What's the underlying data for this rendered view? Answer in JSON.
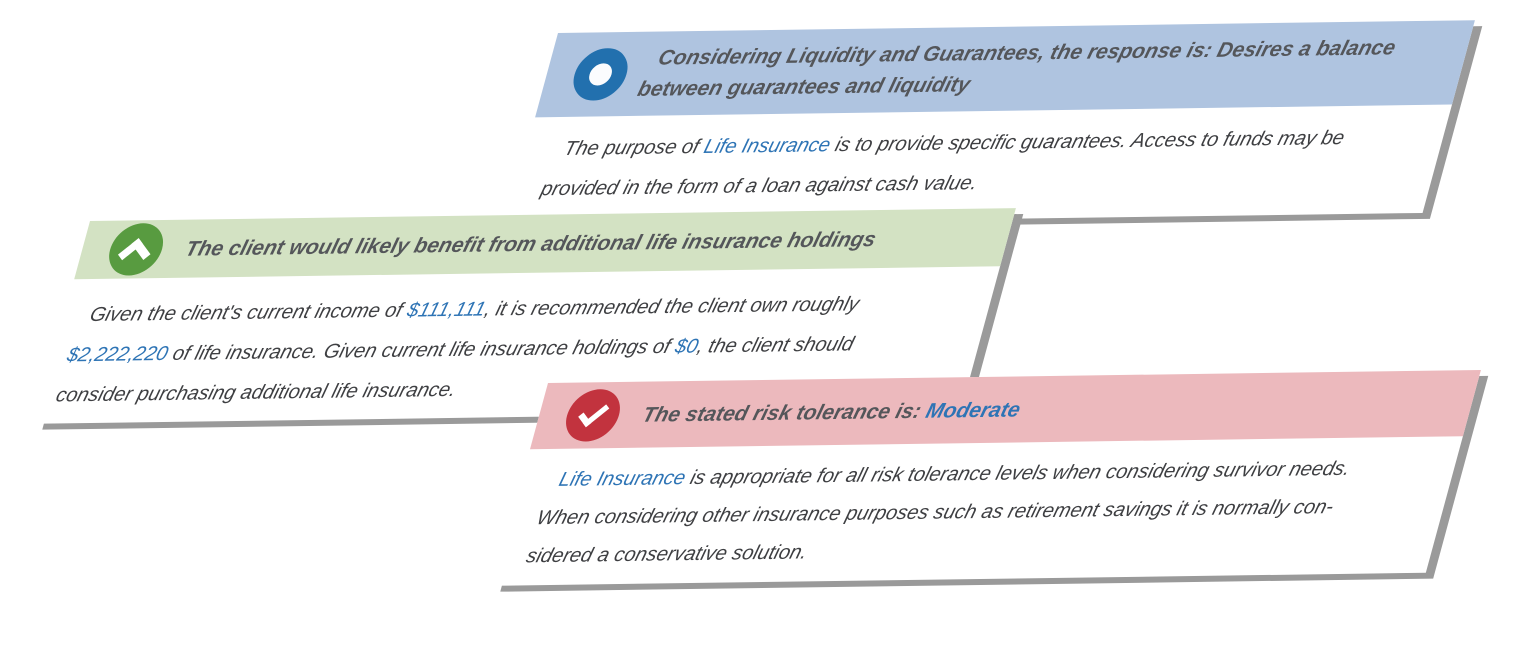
{
  "colors": {
    "page_background": "#ffffff",
    "header_blue": "#afc4e0",
    "header_green": "#d3e2c3",
    "header_red": "#ecb9bd",
    "icon_blue": "#2270ae",
    "icon_green": "#589b40",
    "icon_red": "#c2333e",
    "link_blue": "#2e74b5",
    "title_text": "#54565a",
    "body_text": "#3e3f42",
    "card_shadow": "#9a9a9a"
  },
  "cards": [
    {
      "id": "liquidity-guarantees",
      "icon_name": "ring-icon",
      "title": [
        {
          "t": "Considering Liquidity and Guarantees, the response is: Desires a balance"
        },
        {
          "br": true
        },
        {
          "t": "between guarantees and liquidity"
        }
      ],
      "body": [
        {
          "t": "The purpose of "
        },
        {
          "t": "Life Insurance",
          "link": true,
          "name": "life-insurance-link"
        },
        {
          "t": " is to provide specific guarantees. Access to funds may be"
        },
        {
          "br": true
        },
        {
          "t": "provided in the form of a loan against cash value."
        }
      ]
    },
    {
      "id": "insurance-benefit",
      "icon_name": "arrow-up-circle-icon",
      "title": [
        {
          "t": "The client would likely benefit from additional life insurance holdings"
        }
      ],
      "body": [
        {
          "t": "Given the client's current income of "
        },
        {
          "t": "$111,111",
          "link": true,
          "name": "current-income-link"
        },
        {
          "t": ", it is recommended the client own roughly"
        },
        {
          "br": true
        },
        {
          "t": "$2,222,220",
          "link": true,
          "name": "recommended-amount-link"
        },
        {
          "t": " of life insurance. Given current life insurance holdings of "
        },
        {
          "t": "$0",
          "link": true,
          "name": "current-holdings-link"
        },
        {
          "t": ", the client should"
        },
        {
          "br": true
        },
        {
          "t": "consider purchasing additional life insurance."
        }
      ]
    },
    {
      "id": "risk-tolerance",
      "icon_name": "check-circle-icon",
      "title": [
        {
          "t": "The stated risk tolerance is: "
        },
        {
          "t": "Moderate",
          "link": true,
          "name": "risk-tolerance-link"
        }
      ],
      "body": [
        {
          "t": "Life Insurance",
          "link": true,
          "name": "life-insurance-link"
        },
        {
          "t": " is appropriate for all risk tolerance levels when considering survivor needs."
        },
        {
          "br": true
        },
        {
          "t": "When considering other insurance purposes such as retirement savings it is normally con-"
        },
        {
          "br": true
        },
        {
          "t": "sidered a conservative solution."
        }
      ]
    }
  ]
}
